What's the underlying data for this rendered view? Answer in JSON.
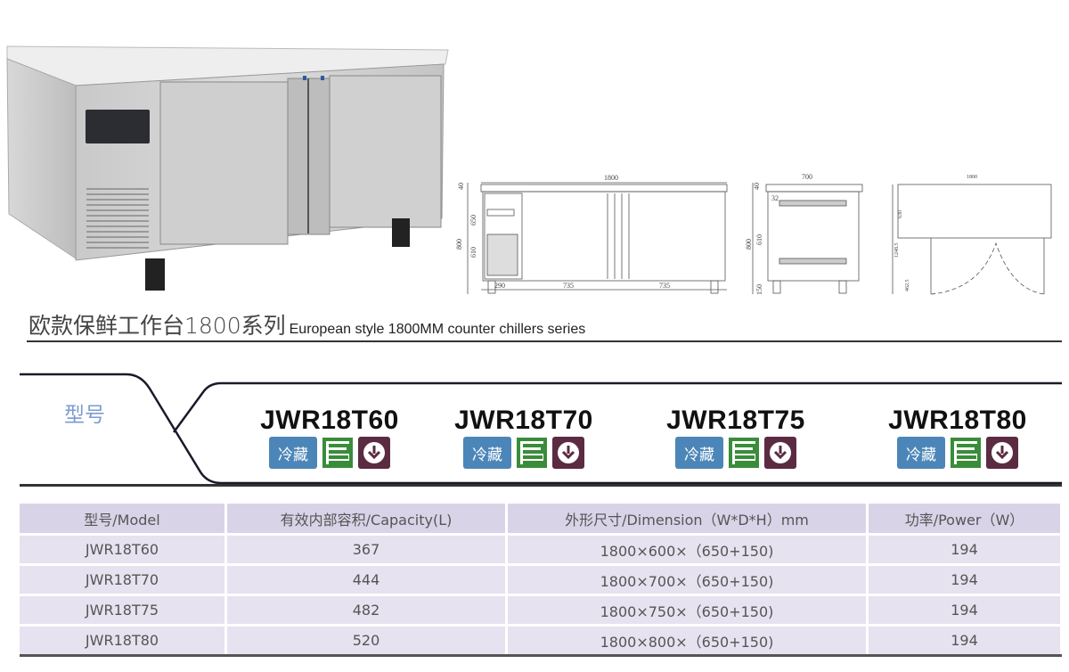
{
  "title": {
    "zh": "欧款保鲜工作台1800系列",
    "en": "European style 1800MM counter chillers series"
  },
  "drawings": {
    "front": {
      "width": "1800",
      "top": "40",
      "height_total": "800",
      "height_body": "650",
      "height_inner": "610",
      "seg1": "290",
      "seg2": "735",
      "seg3": "735"
    },
    "side": {
      "depth": "700",
      "top": "40",
      "height_total": "800",
      "height_inner": "610",
      "legs": "150",
      "small": "32"
    },
    "top": {
      "width": "1800",
      "d1": "630",
      "d2": "1248.5",
      "d3": "462.5"
    }
  },
  "header": {
    "label": "型号"
  },
  "models": [
    {
      "name": "JWR18T60",
      "badge": "冷藏"
    },
    {
      "name": "JWR18T70",
      "badge": "冷藏"
    },
    {
      "name": "JWR18T75",
      "badge": "冷藏"
    },
    {
      "name": "JWR18T80",
      "badge": "冷藏"
    }
  ],
  "colors": {
    "badge_blue": "#4c86b8",
    "coil_green": "#3a8c3a",
    "plug_purple": "#5b2b42",
    "table_header": "#d9d3e8",
    "table_row": "#e6e2f0"
  },
  "table": {
    "headers": [
      "型号/Model",
      "有效内部容积/Capacity(L)",
      "外形尺寸/Dimension（W*D*H）mm",
      "功率/Power（W）"
    ],
    "rows": [
      [
        "JWR18T60",
        "367",
        "1800×600×（650+150)",
        "194"
      ],
      [
        "JWR18T70",
        "444",
        "1800×700×（650+150)",
        "194"
      ],
      [
        "JWR18T75",
        "482",
        "1800×750×（650+150)",
        "194"
      ],
      [
        "JWR18T80",
        "520",
        "1800×800×（650+150)",
        "194"
      ]
    ]
  }
}
